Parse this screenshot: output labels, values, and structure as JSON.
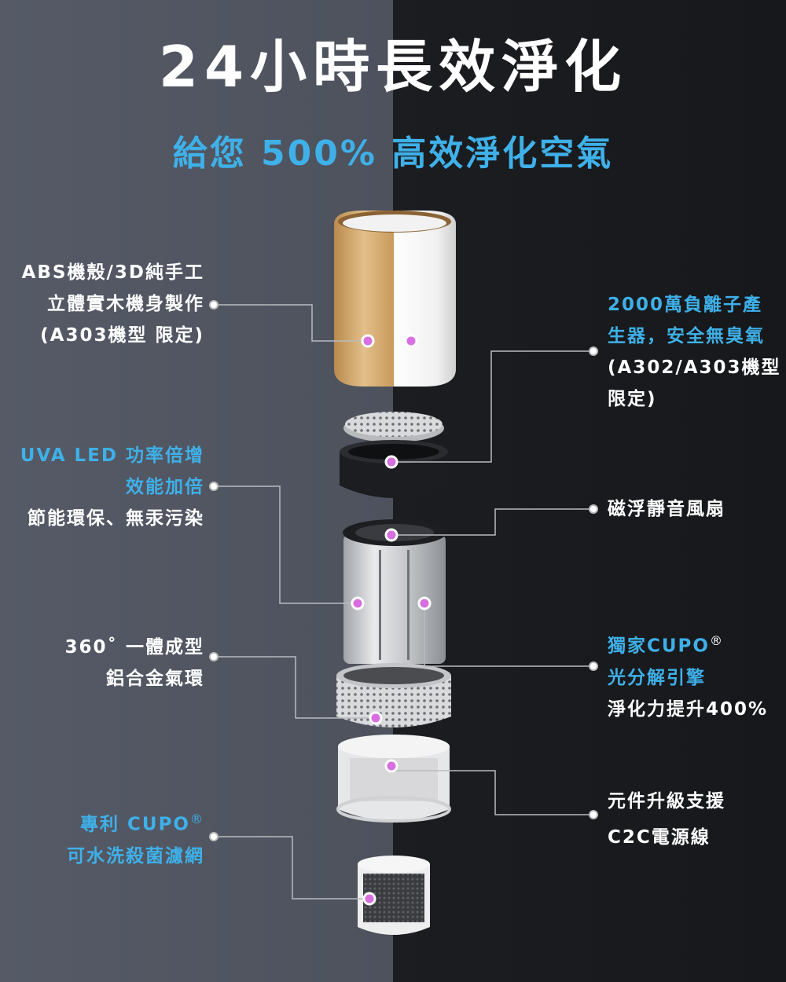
{
  "title": "24小時長效淨化",
  "subtitle": "給您 500% 高效淨化空氣",
  "left_labels": [
    {
      "lines": [
        "ABS機殼/3D純手工",
        "立體實木機身製作",
        "(A303機型 限定)"
      ]
    },
    {
      "lines": [
        "UVA LED 功率倍增",
        "效能加倍",
        "節能環保、無汞污染"
      ]
    },
    {
      "lines": [
        "360˚ 一體成型",
        "鋁合金氣環"
      ]
    },
    {
      "lines": [
        "專利 CUPO",
        "可水洗殺菌濾網"
      ],
      "mark": "®"
    }
  ],
  "right_labels": [
    {
      "lines": [
        "2000萬負離子產",
        "生器，安全無臭氧",
        "(A302/A303機型",
        "限定)"
      ]
    },
    {
      "lines": [
        "磁浮靜音風扇"
      ]
    },
    {
      "lines": [
        "獨家CUPO",
        "光分解引擎",
        "淨化力提升400%"
      ],
      "mark": "®"
    },
    {
      "lines": [
        "元件升級支援",
        "C2C電源線"
      ]
    }
  ],
  "colors": {
    "accent": "#3fb0e8",
    "left_bg": "#555a66",
    "right_bg": "#1b1d21",
    "marker": "#d86ee0"
  }
}
